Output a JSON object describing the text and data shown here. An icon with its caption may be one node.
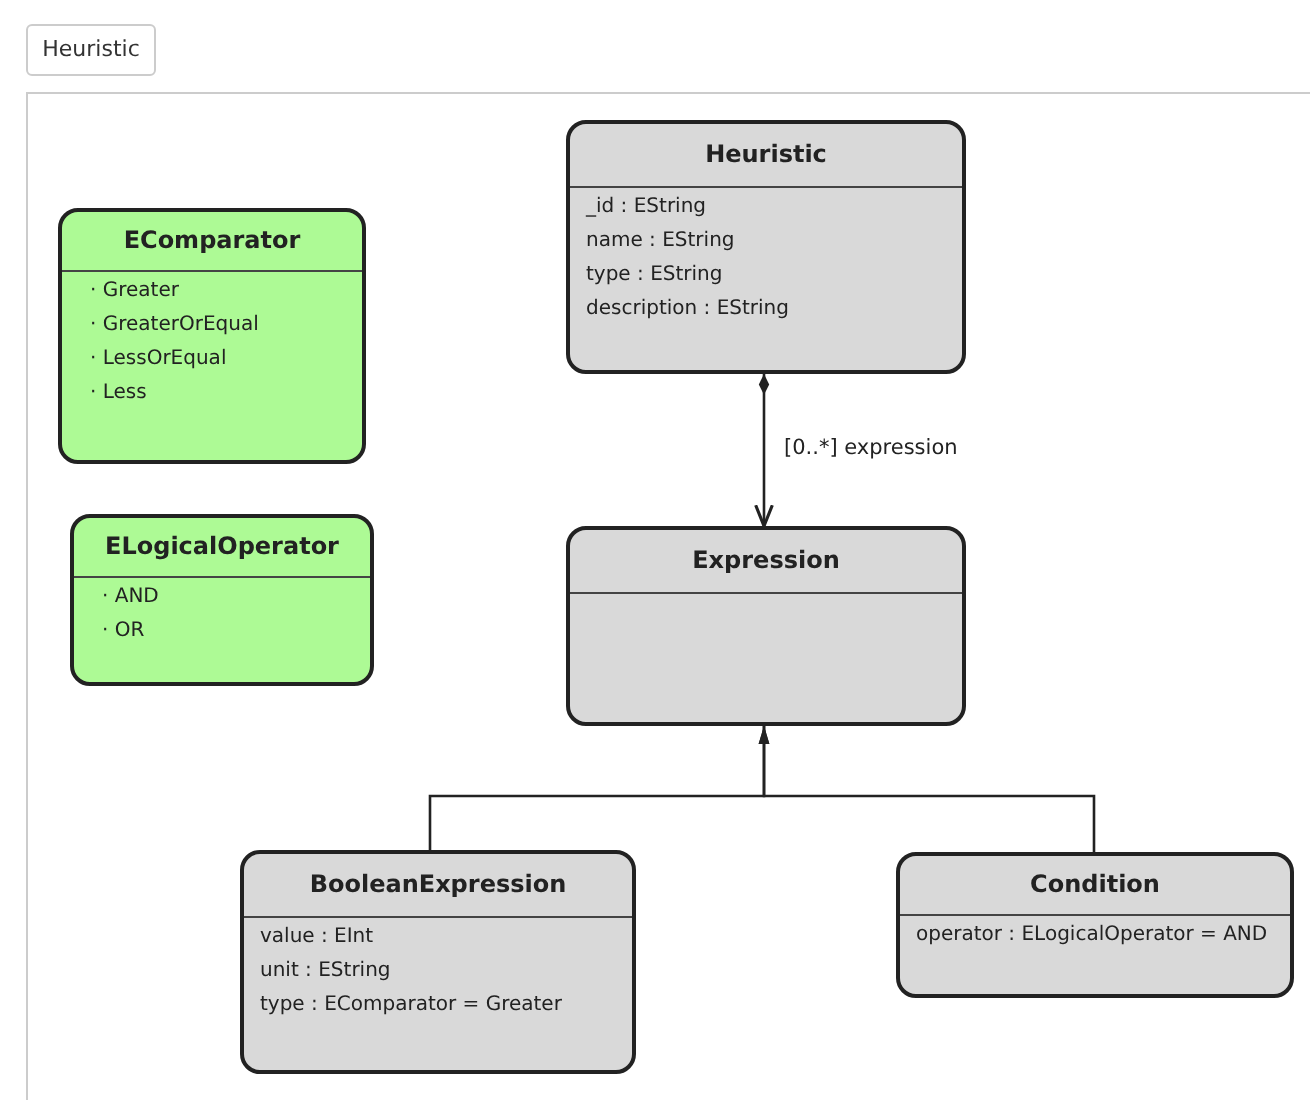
{
  "diagram": {
    "nodes": [
      {
        "text": [
          "Heuristic",
          "_id : EString",
          "name : EString",
          "type : EString",
          "description : EString"
        ]
      },
      {
        "text": [
          "EComparator",
          "· Greater",
          "· GreaterOrEqual",
          "· LessOrEqual",
          "· Less"
        ]
      },
      {
        "text": [
          "ELogicalOperator",
          "· AND",
          "· OR"
        ]
      },
      {
        "text": [
          "Expression"
        ]
      },
      {
        "text": [
          "BooleanExpression",
          "value : EInt",
          "unit : EString",
          "type : EComparator = Greater"
        ]
      },
      {
        "text": [
          "Condition",
          "operator : ELogicalOperator = AND"
        ]
      }
    ],
    "edges": [
      {
        "from": 0,
        "to": 3,
        "arrow": "to",
        "label": "[0..*] expression"
      },
      {
        "from": 4,
        "to": 3,
        "arrow": "to"
      },
      {
        "from": 5,
        "to": 3,
        "arrow": "to"
      }
    ],
    "labels": [
      "Heuristic"
    ]
  }
}
